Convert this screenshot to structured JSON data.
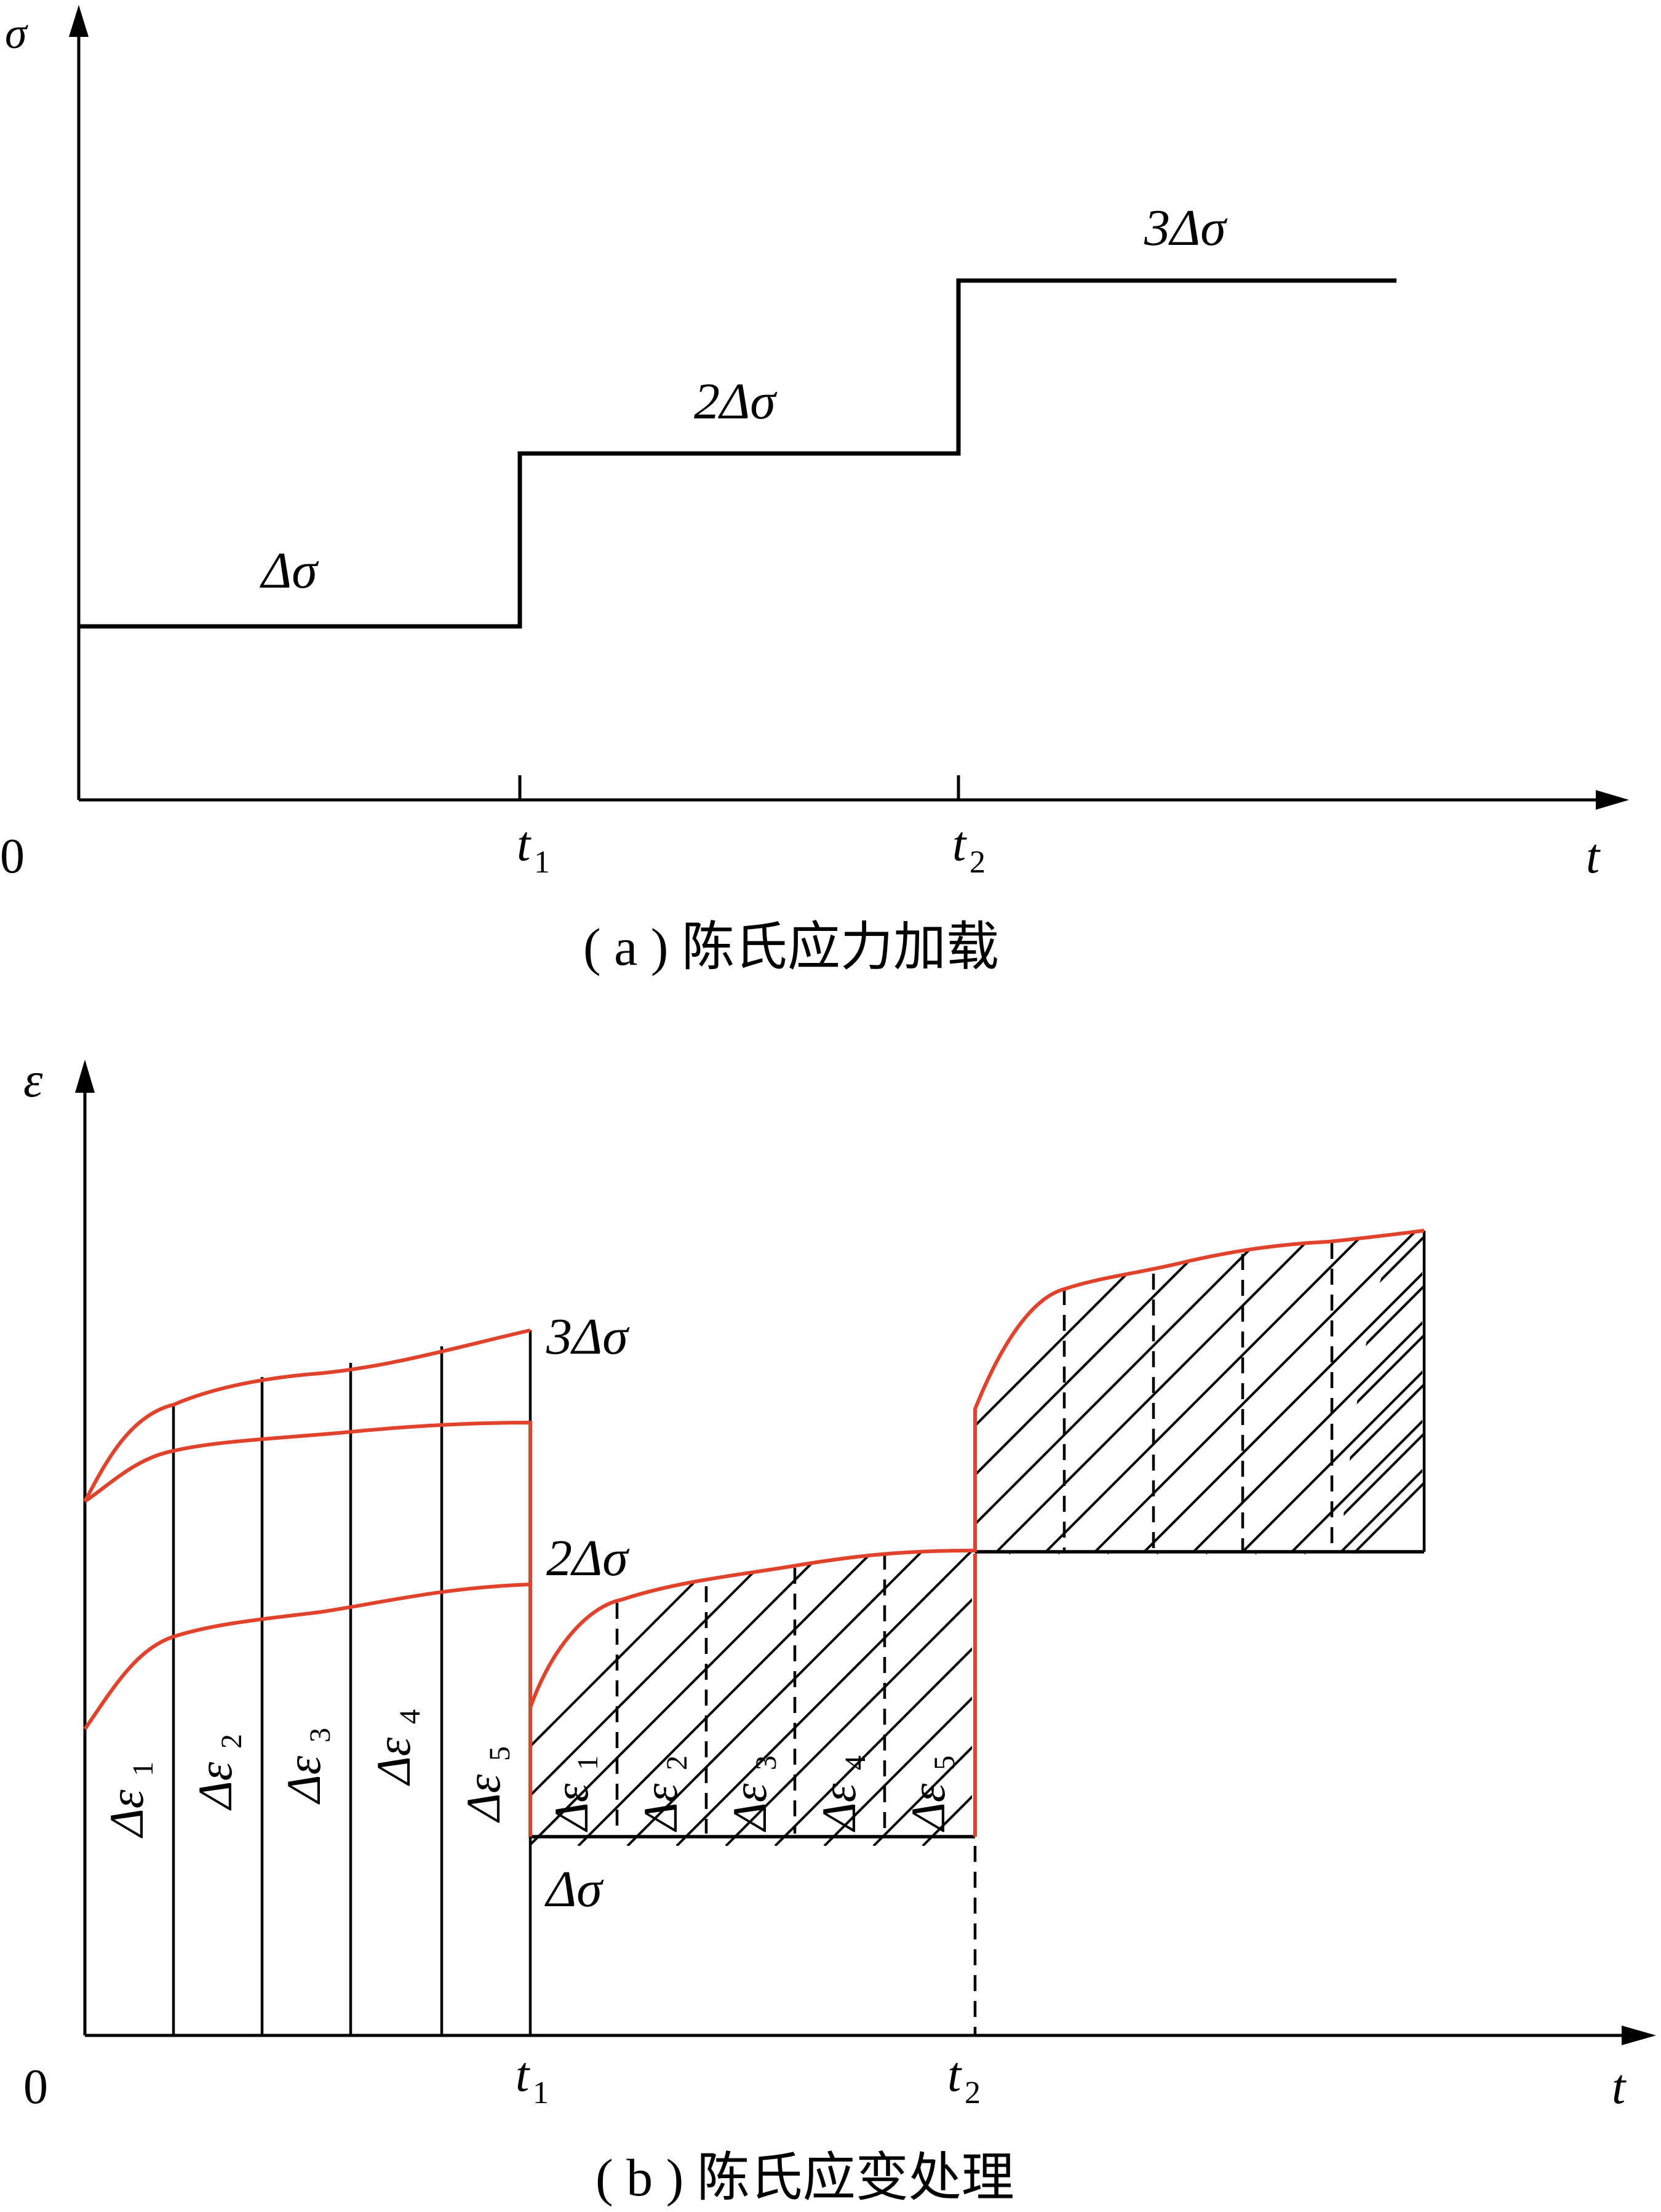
{
  "panel_a": {
    "y_axis_symbol": "σ",
    "x_axis_symbol": "t",
    "origin_label": "0",
    "t1_label": "t",
    "t1_sub": "1",
    "t2_label": "t",
    "t2_sub": "2",
    "step_labels": [
      "Δσ",
      "2Δσ",
      "3Δσ"
    ],
    "caption": "( a ) 陈氏应力加载"
  },
  "panel_b": {
    "y_axis_symbol": "ε",
    "x_axis_symbol": "t",
    "origin_label": "0",
    "t1_label": "t",
    "t1_sub": "1",
    "t2_label": "t",
    "t2_sub": "2",
    "curve_labels": [
      "3Δσ",
      "2Δσ",
      "Δσ"
    ],
    "strain_increment_symbol": "Δε",
    "strain_increment_indices": [
      "1",
      "2",
      "3",
      "4",
      "5"
    ],
    "caption": "( b ) 陈氏应变处理"
  },
  "colors": {
    "curve": "#e0422b",
    "line": "#000000"
  }
}
